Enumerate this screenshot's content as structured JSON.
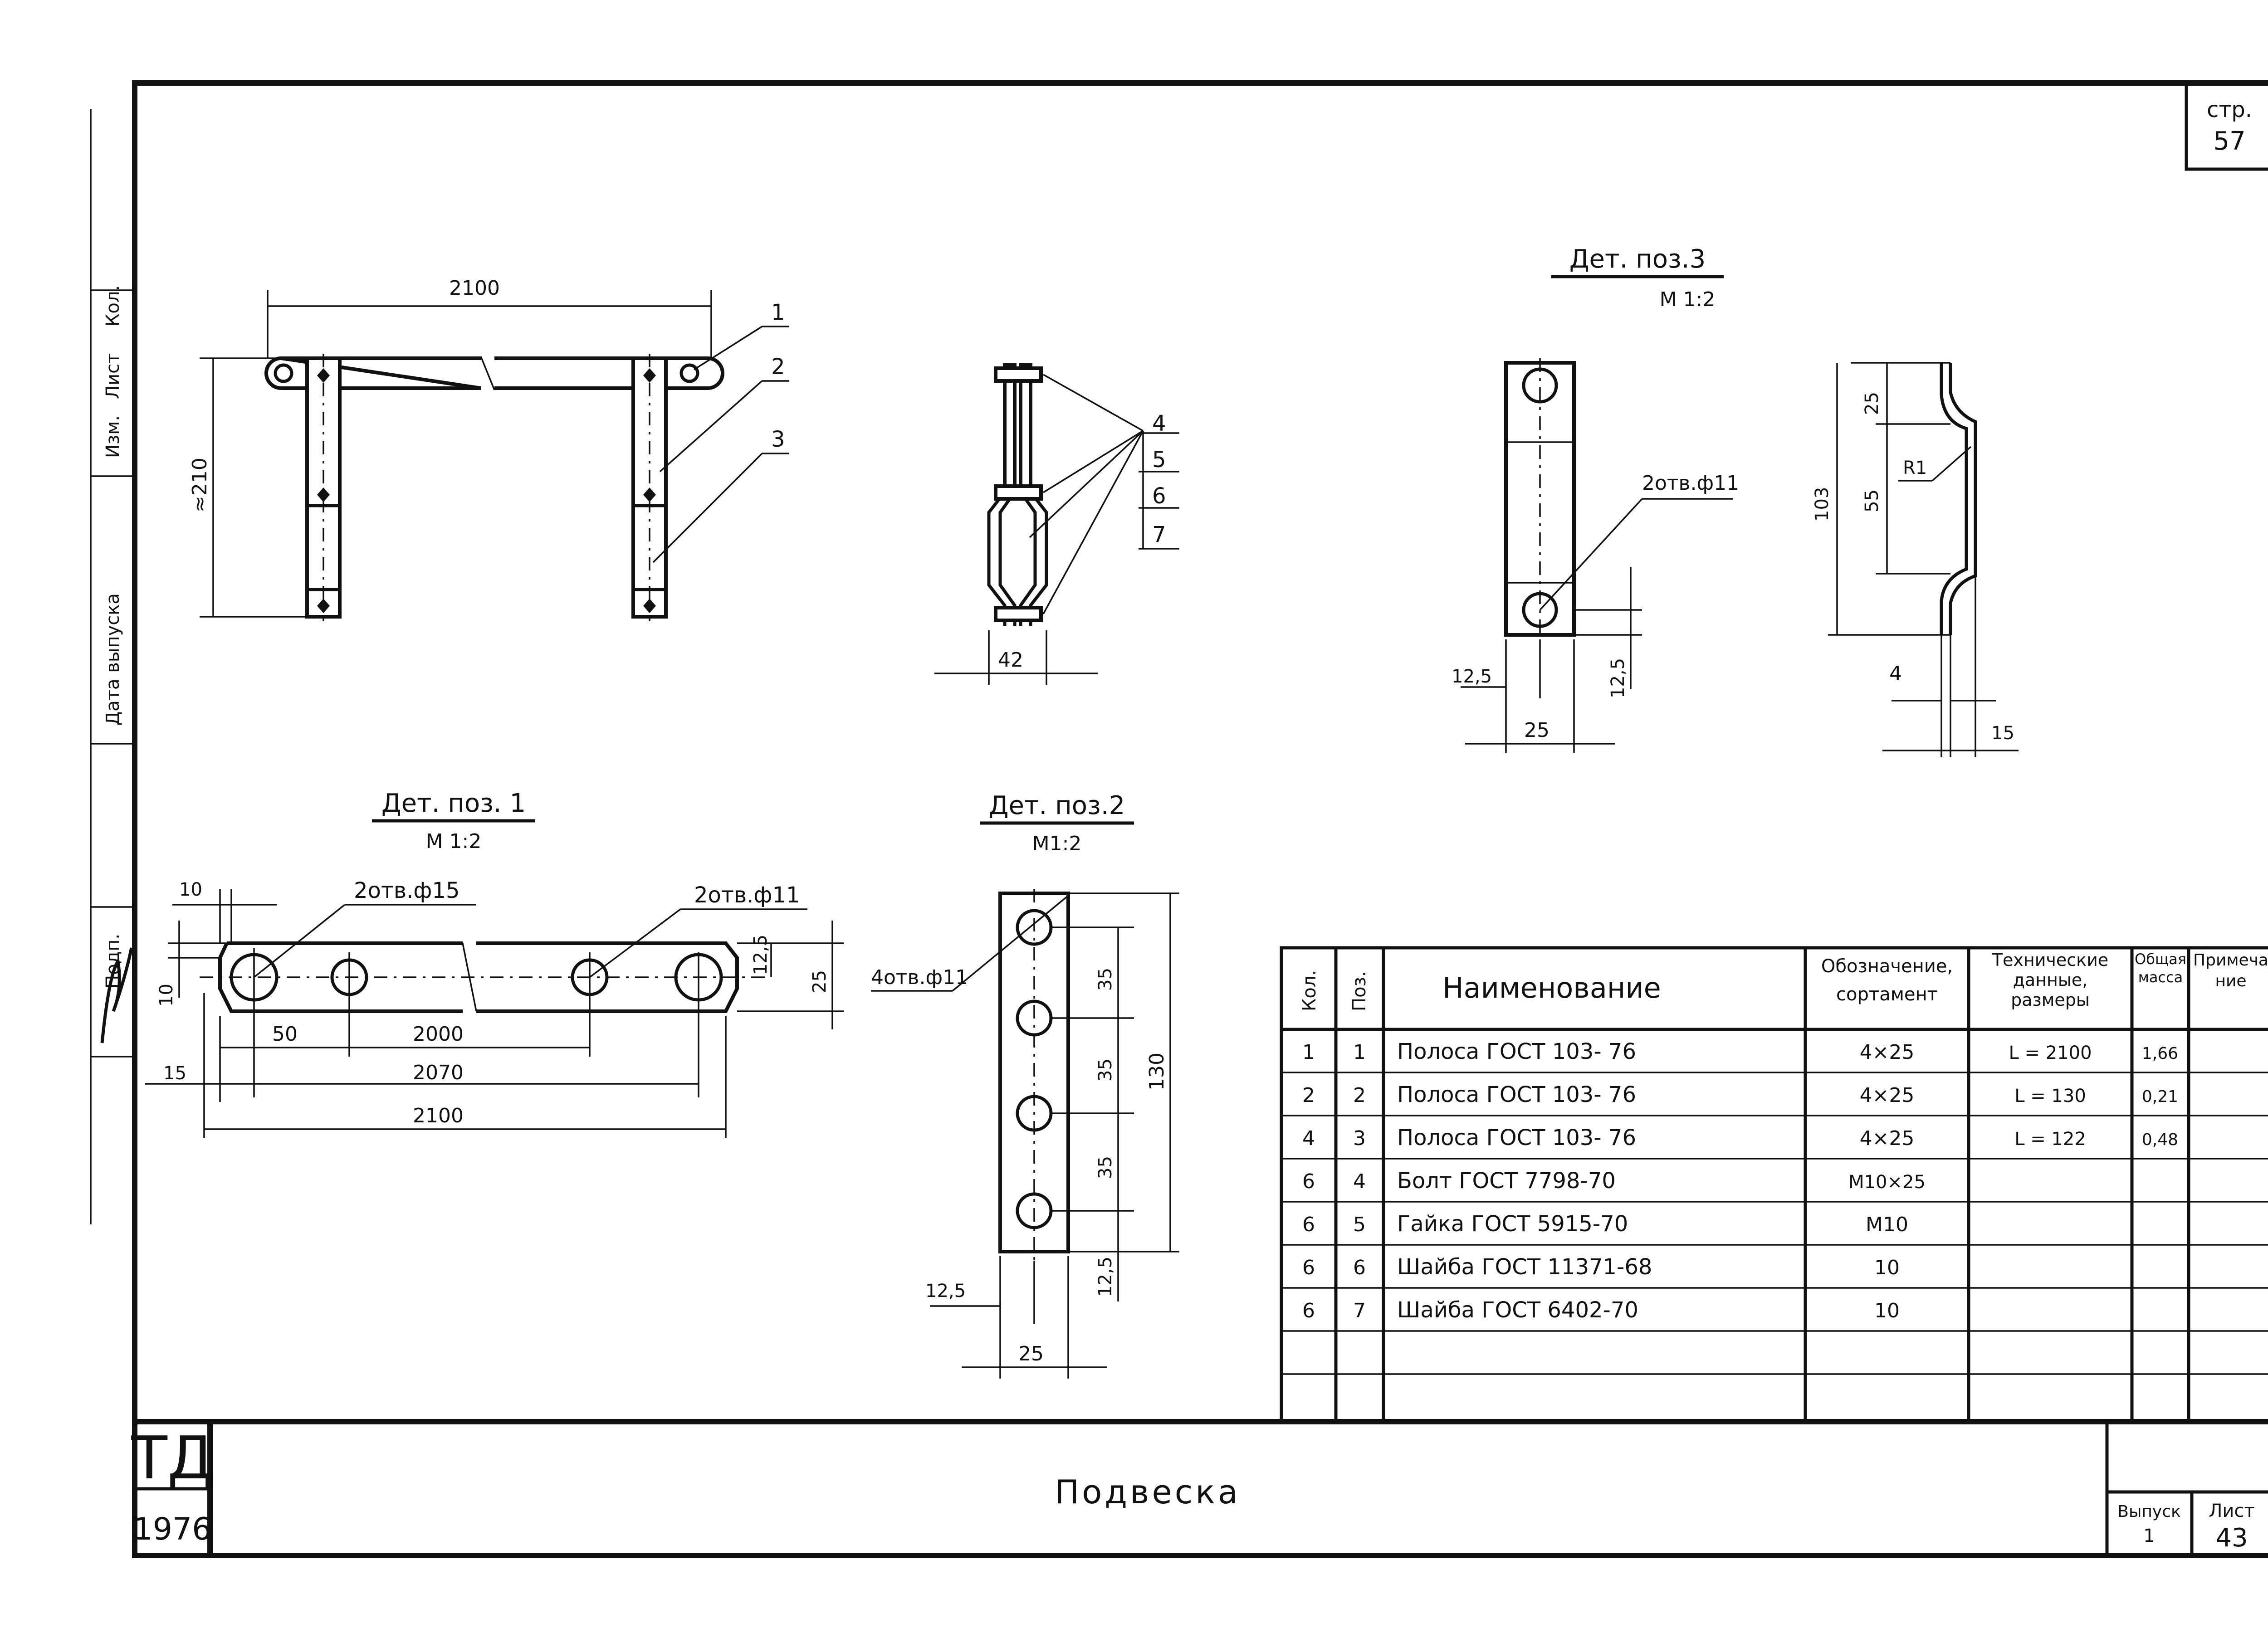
{
  "page_number": {
    "label": "стр.",
    "value": "57"
  },
  "side_stamp": [
    "Кол.",
    "Лист",
    "Изм.",
    "Дата выпуска",
    "Подп."
  ],
  "general_view": {
    "dims": {
      "length": "2100",
      "height": "≈210"
    },
    "leaders": [
      "1",
      "2",
      "3"
    ]
  },
  "side_view": {
    "dim_width": "42",
    "leaders": [
      "4",
      "5",
      "6",
      "7"
    ]
  },
  "detail1": {
    "title": "Дет. поз. 1",
    "scale": "М 1:2",
    "holes_big": "2отв.ф15",
    "holes_small": "2отв.ф11",
    "dims": [
      "10",
      "10",
      "12,5",
      "25",
      "50",
      "2000",
      "15",
      "2070",
      "2100"
    ]
  },
  "detail2": {
    "title": "Дет. поз.2",
    "scale": "М1:2",
    "holes": "4отв.ф11",
    "dims": [
      "35",
      "35",
      "35",
      "130",
      "12,5",
      "12,5",
      "25"
    ]
  },
  "detail3": {
    "title": "Дет. поз.3",
    "scale": "М 1:2",
    "holes": "2отв.ф11",
    "dims": [
      "12,5",
      "12,5",
      "25",
      "25",
      "55",
      "103",
      "R1",
      "4",
      "15"
    ]
  },
  "spec_table": {
    "headers": [
      "Кол.",
      "Поз.",
      "Наименование",
      "Обозначение, сортамент",
      "Технические данные, размеры",
      "Общая масса",
      "Примечание"
    ],
    "rows": [
      [
        "1",
        "1",
        "Полоса ГОСТ 103- 76",
        "4×25",
        "L = 2100",
        "1,66",
        ""
      ],
      [
        "2",
        "2",
        "Полоса ГОСТ 103- 76",
        "4×25",
        "L = 130",
        "0,21",
        ""
      ],
      [
        "4",
        "3",
        "Полоса ГОСТ 103- 76",
        "4×25",
        "L = 122",
        "0,48",
        ""
      ],
      [
        "6",
        "4",
        "Болт ГОСТ 7798-70",
        "М10×25",
        "",
        "",
        ""
      ],
      [
        "6",
        "5",
        "Гайка ГОСТ 5915-70",
        "М10",
        "",
        "",
        ""
      ],
      [
        "6",
        "6",
        "Шайба ГОСТ 11371-68",
        "10",
        "",
        "",
        ""
      ],
      [
        "6",
        "7",
        "Шайба ГОСТ 6402-70",
        "10",
        "",
        "",
        ""
      ]
    ]
  },
  "title_block": {
    "logo": "ТД",
    "year": "1976",
    "title": "Подвеска",
    "issue_label": "Выпуск",
    "issue": "1",
    "sheet_label": "Лист",
    "sheet": "43"
  }
}
